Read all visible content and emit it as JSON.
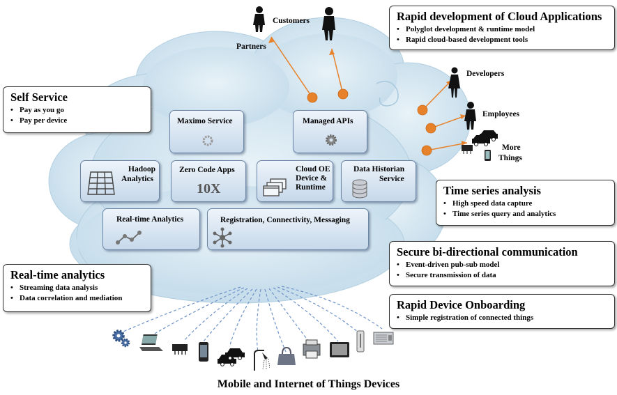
{
  "callouts": {
    "self_service": {
      "title": "Self Service",
      "items": [
        "Pay as you go",
        "Pay per device"
      ]
    },
    "realtime_analytics": {
      "title": "Real-time analytics",
      "items": [
        "Streaming data analysis",
        "Data correlation and mediation"
      ]
    },
    "rapid_dev": {
      "title": "Rapid development of Cloud Applications",
      "items": [
        "Polyglot development & runtime model",
        "Rapid cloud-based development tools"
      ]
    },
    "time_series": {
      "title": "Time series analysis",
      "items": [
        "High speed data capture",
        "Time series query and analytics"
      ]
    },
    "secure_comm": {
      "title": "Secure bi-directional communication",
      "items": [
        "Event-driven pub-sub model",
        "Secure transmission of data"
      ]
    },
    "onboarding": {
      "title": "Rapid Device Onboarding",
      "items": [
        "Simple registration of connected things"
      ]
    }
  },
  "services": {
    "maximo": "Maximo Service",
    "managed_apis": "Managed APIs",
    "hadoop_1": "Hadoop",
    "hadoop_2": "Analytics",
    "zero_code": "Zero Code Apps",
    "zero_code_badge": "10X",
    "cloud_oe_1": "Cloud OE",
    "cloud_oe_2": "Device &",
    "cloud_oe_3": "Runtime",
    "historian_1": "Data Historian",
    "historian_2": "Service",
    "rt_analytics": "Real-time Analytics",
    "registration": "Registration, Connectivity, Messaging"
  },
  "people": {
    "customers": "Customers",
    "partners": "Partners",
    "developers": "Developers",
    "employees": "Employees",
    "more_1": "More",
    "more_2": "Things"
  },
  "caption": "Mobile and Internet of Things Devices",
  "colors": {
    "cloud_fill": "#cfe3ef",
    "connector_orange": "#e8822a",
    "dashed_line": "#6f93c8",
    "service_border": "#6b86a6"
  },
  "device_icons": [
    "gear-icon",
    "laptop-icon",
    "chip-icon",
    "phone-icon",
    "cars-icon",
    "shower-icon",
    "handbag-icon",
    "printer-icon",
    "tablet-icon",
    "thermometer-icon",
    "radio-icon"
  ]
}
